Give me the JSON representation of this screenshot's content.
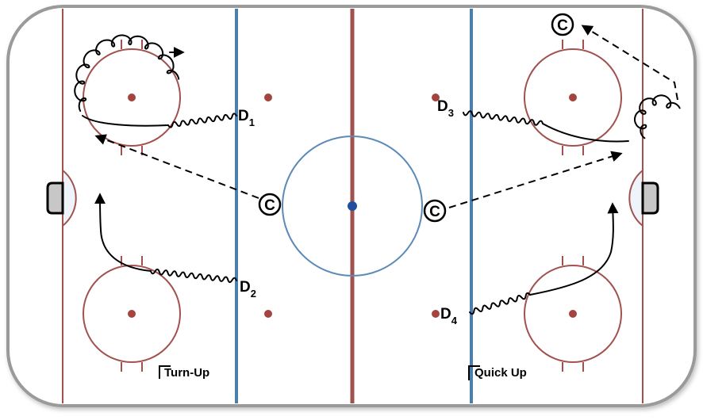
{
  "colors": {
    "rink_border": "#9a9a9a",
    "red_line": "#a0524e",
    "blue_line": "#4a7fae",
    "center_circle": "#5b8ab6",
    "faceoff": "#a2524e",
    "dot": "#a3443f",
    "center_dot": "#1f4f9e",
    "crease_fill": "#eef4f9",
    "net_fill": "#c7c7c7",
    "path": "#000000"
  },
  "players": {
    "d1": {
      "letter": "D",
      "sub": "1"
    },
    "d2": {
      "letter": "D",
      "sub": "2"
    },
    "d3": {
      "letter": "D",
      "sub": "3"
    },
    "d4": {
      "letter": "D",
      "sub": "4"
    },
    "coach_left": "C",
    "coach_right": "C",
    "coach_top": "C"
  },
  "labels": {
    "turn_up": "Turn-Up",
    "quick_up": "Quick Up"
  }
}
